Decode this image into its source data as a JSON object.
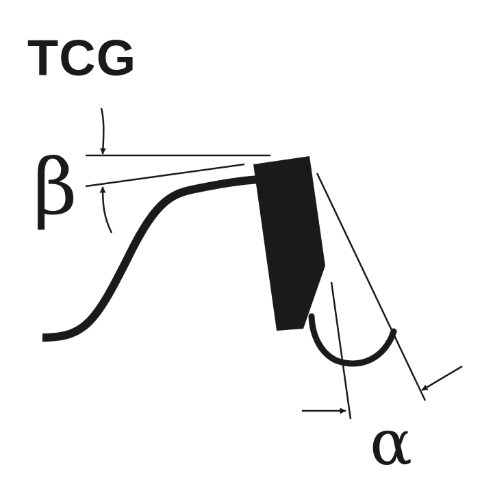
{
  "diagram": {
    "title": "TCG",
    "labels": {
      "beta": "β",
      "alpha": "α"
    },
    "colors": {
      "ink": "#1a1a1a",
      "background": "#ffffff"
    }
  }
}
